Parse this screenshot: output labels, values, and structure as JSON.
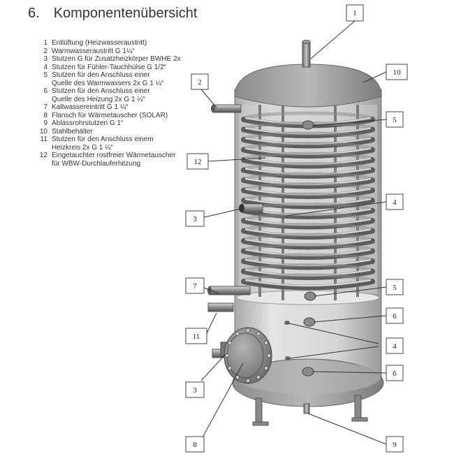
{
  "title": {
    "number": "6.",
    "text": "Komponentenübersicht"
  },
  "legend": [
    {
      "num": "1",
      "text": "Entlüftung (Heizwasseraustritt)"
    },
    {
      "num": "2",
      "text": "Warmwasseraustritt G 1¼“"
    },
    {
      "num": "3",
      "text": "Stutzen G für Zusatzheizkörper BWHE 2x"
    },
    {
      "num": "4",
      "text": "Stutzen für Fühler-Tauchhülse G 1/2“"
    },
    {
      "num": "5",
      "text": "Stutzen für den Anschluss einer\nQuelle des Warmwassers 2x G 1 ¼“"
    },
    {
      "num": "6",
      "text": "Stutzen für den Anschluss einer\nQuelle des Heizung 2x G 1 ¼“"
    },
    {
      "num": "7",
      "text": "Kaltwassereintritt G 1 ¼“"
    },
    {
      "num": "8",
      "text": "Flansch für Wärmetauscher (SOLAR)"
    },
    {
      "num": "9",
      "text": "Ablassrohrstutzen G 1“"
    },
    {
      "num": "10",
      "text": "Stahlbehälter"
    },
    {
      "num": "11",
      "text": "Stutzen für den Anschluss einem\nHeizkreis 2x G 1 ¼“"
    },
    {
      "num": "12",
      "text": "Eingetauchter rostfreier Wärmetauscher\nfür WBW-Durchlauferhitzung"
    }
  ],
  "callouts": [
    "1",
    "2",
    "10",
    "5",
    "12",
    "3",
    "4",
    "7",
    "5",
    "6",
    "11",
    "4",
    "6",
    "3",
    "8",
    "9"
  ]
}
